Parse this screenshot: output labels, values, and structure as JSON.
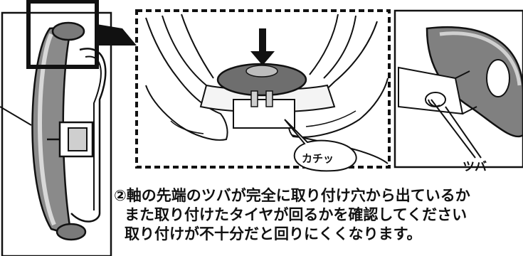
{
  "callouts": {
    "click_sound": "カチッ",
    "flange": "ツバ"
  },
  "instructions": {
    "line1": "②軸の先端のツバが完全に取り付け穴から出ているか",
    "line2": "また取り付けたタイヤが回るかを確認してください",
    "line3": "取り付けが不十分だと回りにくくなります。"
  }
}
